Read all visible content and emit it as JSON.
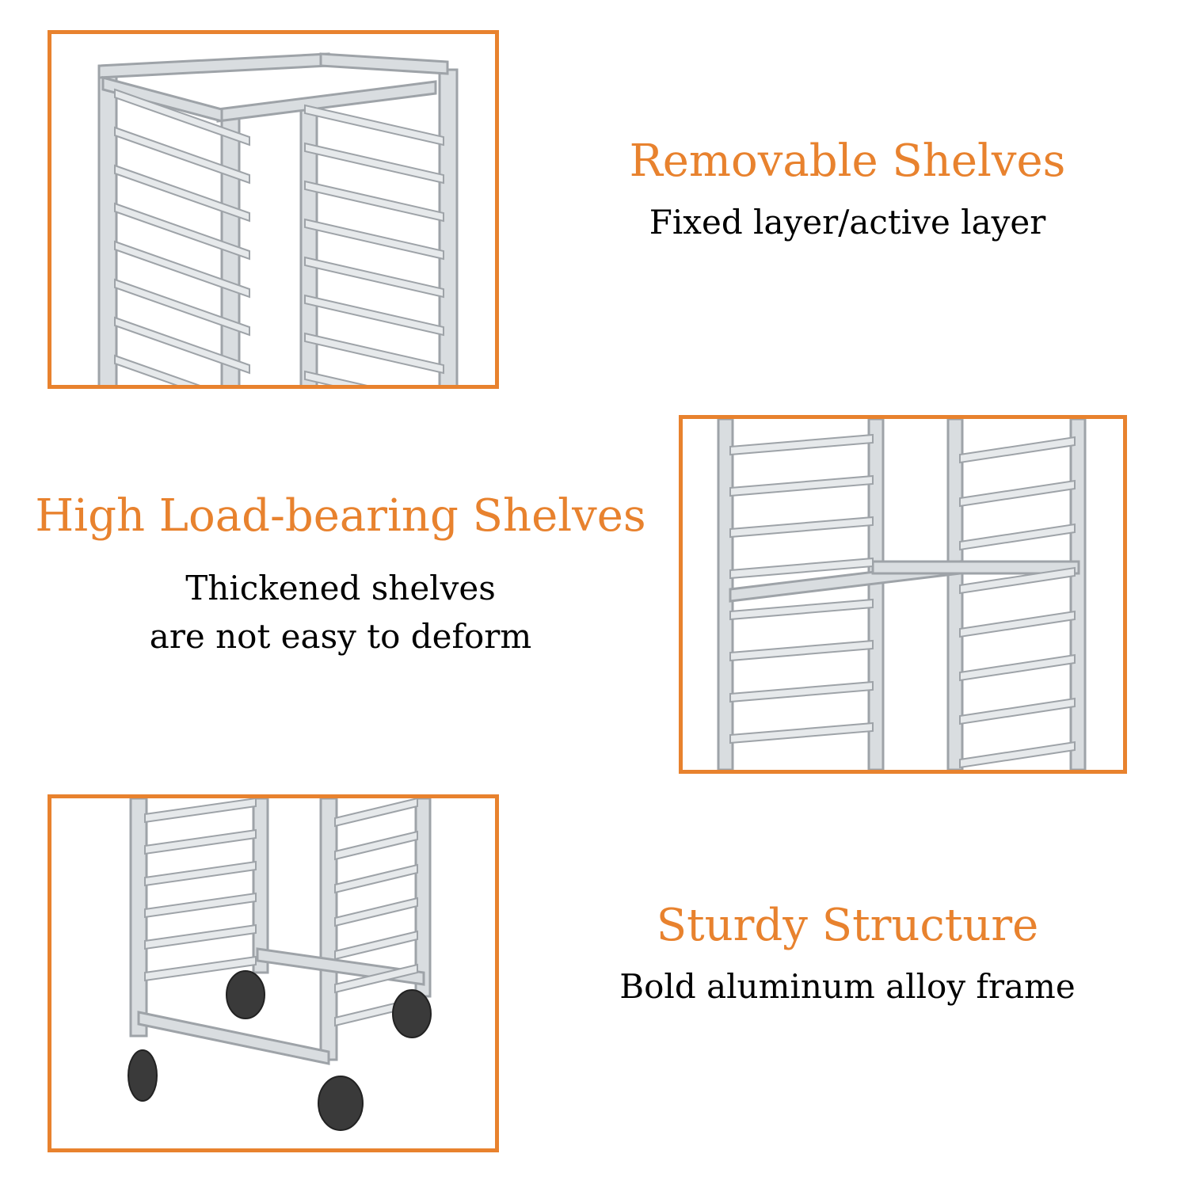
{
  "accent_color": "#e8822e",
  "features": [
    {
      "title": "Removable Shelves",
      "desc": [
        "Fixed layer/active layer"
      ],
      "image_icon": "rack-top-view-icon"
    },
    {
      "title": "High Load-bearing Shelves",
      "desc": [
        "Thickened shelves",
        "are not easy to deform"
      ],
      "image_icon": "rack-side-rails-icon"
    },
    {
      "title": "Sturdy Structure",
      "desc": [
        "Bold aluminum alloy frame"
      ],
      "image_icon": "rack-casters-icon"
    }
  ]
}
